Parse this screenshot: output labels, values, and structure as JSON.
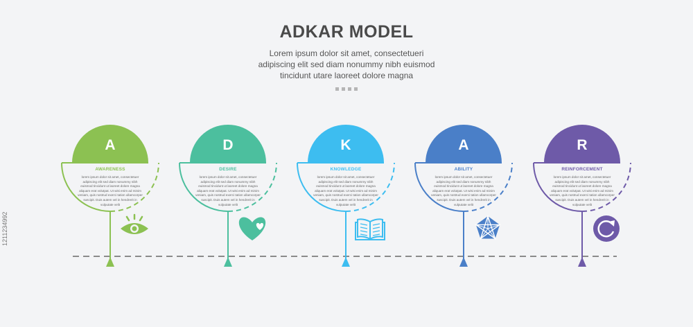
{
  "title": "ADKAR MODEL",
  "subtitle_lines": [
    "Lorem ipsum dolor sit amet, consectetueri",
    "adipiscing elit sed diam nonummy nibh euismod",
    "tincidunt utare laoreet dolore magna"
  ],
  "stock_id": "1211234992",
  "steps": [
    {
      "letter": "A",
      "label": "AWARENESS",
      "color": "#8cc152",
      "icon": "eye-icon",
      "body": "lorem ipsum dolor sit amet, consectetuer adipiscing elit sed diam nonummy nibh euismod tincidunt ut laoreet dolore magna aliquam erat volutpat. Ut wisi enim ad minim veniam, quis nostrud exerci tation ullamcorper suscipit. Duis autem vel in hendrerit in vulputate velit"
    },
    {
      "letter": "D",
      "label": "DESIRE",
      "color": "#4cbf9e",
      "icon": "heart-icon",
      "body": "lorem ipsum dolor sit amet, consectetuer adipiscing elit sed diam nonummy nibh euismod tincidunt ut laoreet dolore magna aliquam erat volutpat. Ut wisi enim ad minim veniam, quis nostrud exerci tation ullamcorper suscipit. Duis autem vel in hendrerit in vulputate velit"
    },
    {
      "letter": "K",
      "label": "KNOWLEDGE",
      "color": "#3dbdf0",
      "icon": "book-icon",
      "body": "lorem ipsum dolor sit amet, consectetuer adipiscing elit sed diam nonummy nibh euismod tincidunt ut laoreet dolore magna aliquam erat volutpat. Ut wisi enim ad minim veniam, quis nostrud exerci tation ullamcorper suscipit. Duis autem vel in hendrerit in vulputate velit"
    },
    {
      "letter": "A",
      "label": "ABILITY",
      "color": "#4a7fc8",
      "icon": "pentagon-icon",
      "body": "lorem ipsum dolor sit amet, consectetuer adipiscing elit sed diam nonummy nibh euismod tincidunt ut laoreet dolore magna aliquam erat volutpat. Ut wisi enim ad minim veniam, quis nostrud exerci tation ullamcorper suscipit. Duis autem vel in hendrerit in vulputate velit"
    },
    {
      "letter": "R",
      "label": "REINFORCEMENT",
      "color": "#6e5aa8",
      "icon": "refresh-icon",
      "body": "lorem ipsum dolor sit amet, consectetuer adipiscing elit sed diam nonummy nibh euismod tincidunt ut laoreet dolore magna aliquam erat volutpat. Ut wisi enim ad minim veniam, quis nostrud exerci tation ullamcorper suscipit. Duis autem vel in hendrerit in vulputate velit"
    }
  ],
  "timeline_color": "#8a8a8a"
}
